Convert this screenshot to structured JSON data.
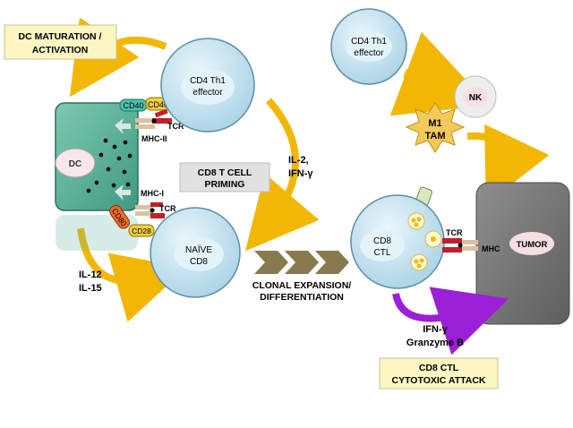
{
  "labels": {
    "dc_maturation": [
      "DC MATURATION /",
      "ACTIVATION"
    ],
    "dc": "DC",
    "cd4_left": [
      "CD4 Th1",
      "effector"
    ],
    "cd40": "CD40",
    "cd40l": "CD40L",
    "tcr_top": "TCR",
    "mhc_ii": "MHC-II",
    "mhc_i": "MHC-I",
    "tcr_mid": "TCR",
    "cd80": "CD80",
    "cd28": "CD28",
    "cd8_priming": [
      "CD8 T CELL",
      "PRIMING"
    ],
    "il2_ifng": [
      "IL-2,",
      "IFN-γ"
    ],
    "naive_cd8": [
      "NAÏVE",
      "CD8"
    ],
    "il12_il15": [
      "IL-12",
      "IL-15"
    ],
    "clonal": [
      "CLONAL EXPANSION/",
      "DIFFERENTIATION"
    ],
    "cd4_right": [
      "CD4 Th1",
      "effector"
    ],
    "nk": "NK",
    "m1_tam": [
      "M1",
      "TAM"
    ],
    "cd8_ctl": [
      "CD8",
      "CTL"
    ],
    "tcr_right": "TCR",
    "mhc_right": "MHC",
    "tumor": "TUMOR",
    "ifng_granzyme": [
      "IFN-γ",
      "Granzyme B"
    ],
    "ctl_attack": [
      "CD8 CTL",
      "CYTOTOXIC ATTACK"
    ]
  },
  "colors": {
    "cell_fill": "#c9e7f3",
    "cell_inner": "#dff1f8",
    "dc_fill": "#5fb39a",
    "yellow_box": "#fbf6c2",
    "gray_box": "#e1e1e1",
    "arrow_yellow": "#f2b705",
    "arrow_purple": "#9b1fd6",
    "chevron": "#867a4e",
    "tumor": "#7b7b7b",
    "tumor_label": "#f6dfe2",
    "tcr_red": "#c0202a"
  }
}
